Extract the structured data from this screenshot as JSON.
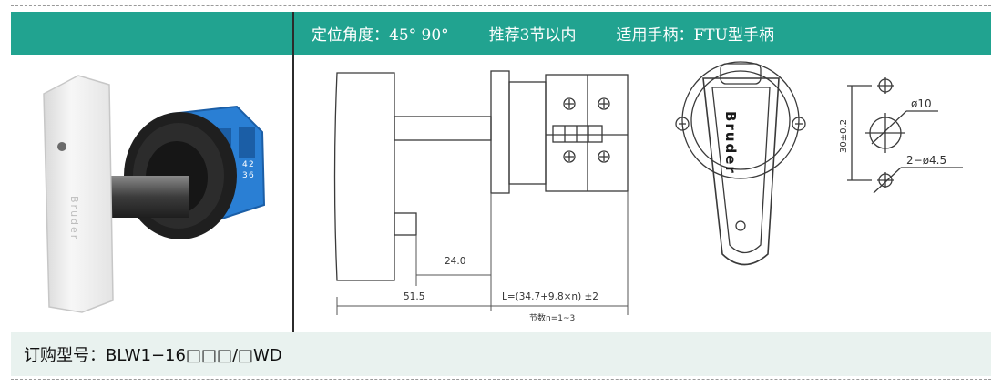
{
  "header": {
    "angle_label": "定位角度：45° 90°",
    "sections_label": "推荐3节以内",
    "handle_label": "适用手柄：FTU型手柄"
  },
  "product": {
    "handle_brand_text": "Bruder",
    "terminal_numbers": [
      "4",
      "2",
      "3",
      "6"
    ]
  },
  "drawing": {
    "dim_shaft": "24.0",
    "dim_body": "51.5",
    "dim_length": "L=(34.7+9.8×n) ±2",
    "dim_sections": "节数n=1~3",
    "handle_logo": "Bruder",
    "hole_spacing": "30±0.2",
    "center_hole": "ø10",
    "mount_holes": "2−ø4.5"
  },
  "footer": {
    "order_label": "订购型号：BLW1−16□□□/□WD"
  },
  "colors": {
    "teal_bar": "#21a390",
    "footer_bg": "#e9f2ef",
    "switch_blue": "#2a7fd4"
  }
}
